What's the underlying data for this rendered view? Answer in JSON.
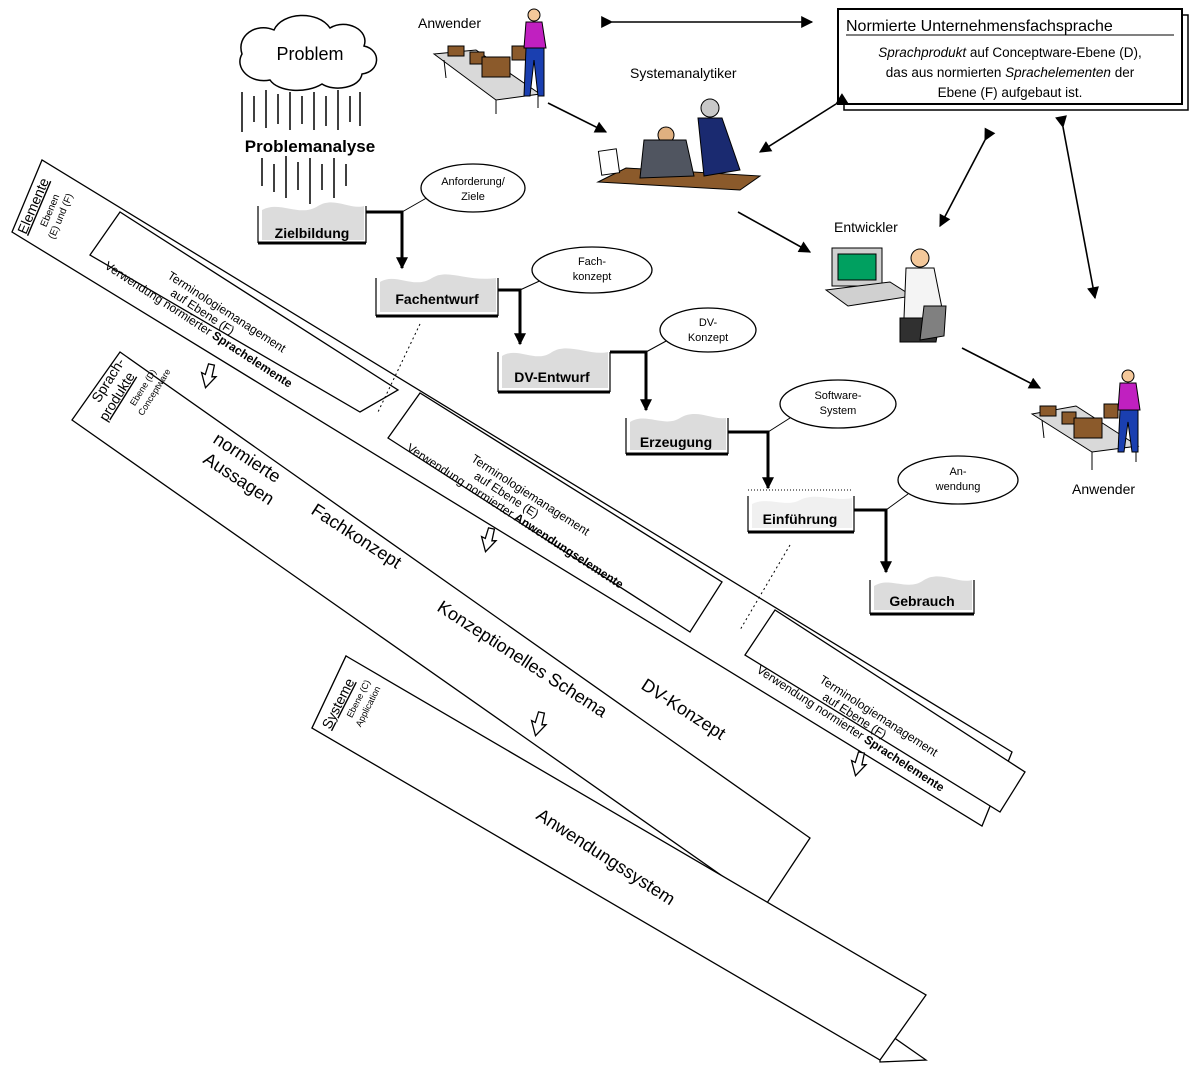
{
  "actors": {
    "user_top": "Anwender",
    "analyst": "Systemanalytiker",
    "developer": "Entwickler",
    "user_right": "Anwender"
  },
  "problem": {
    "cloud_label": "Problem",
    "analysis_label": "Problemanalyse"
  },
  "standard_language": {
    "title": "Normierte Unternehmensfachsprache",
    "line1_italic": "Sprachprodukt",
    "line1_rest": " auf Conceptware-Ebene (D),",
    "line2_start": "das aus normierten ",
    "line2_italic": "Sprachelementen",
    "line2_end": " der",
    "line3": "Ebene (F) aufgebaut ist."
  },
  "phases": {
    "zielbildung": "Zielbildung",
    "fachentwurf": "Fachentwurf",
    "dv_entwurf": "DV-Entwurf",
    "erzeugung": "Erzeugung",
    "einfuehrung": "Einführung",
    "gebrauch": "Gebrauch"
  },
  "outputs": {
    "anforderung_1": "Anforderung/",
    "anforderung_2": "Ziele",
    "fachkonzept_1": "Fach-",
    "fachkonzept_2": "konzept",
    "dvkonzept_1": "DV-",
    "dvkonzept_2": "Konzept",
    "software_1": "Software-",
    "software_2": "System",
    "anwendung_1": "An-",
    "anwendung_2": "wendung"
  },
  "bands": {
    "elemente": {
      "title": "Elemente",
      "sub1": "Ebenen",
      "sub2": "(E) und (F)"
    },
    "sprachprodukte": {
      "title1": "Sprach-",
      "title2": "produkte",
      "sub1": "Ebene (D)",
      "sub2": "Conceptware"
    },
    "systeme": {
      "title": "Systeme",
      "sub1": "Ebene (C)",
      "sub2": "Application"
    }
  },
  "terminology_boxes": {
    "box1": {
      "line1": "Terminologiemanagement",
      "line2": "auf Ebene (F)",
      "line3_prefix": "Verwendung normierter ",
      "line3_bold": "Sprachelemente"
    },
    "box2": {
      "line1": "Terminologiemanagement",
      "line2": "auf Ebene (E)",
      "line3_prefix": "Verwendung normierter ",
      "line3_bold": "Anwendungselemente"
    },
    "box3": {
      "line1": "Terminologiemanagement",
      "line2": "auf Ebene (F)",
      "line3_prefix": "Verwendung normierter ",
      "line3_bold": "Sprachelemente"
    }
  },
  "products": {
    "normierte": "normierte",
    "aussagen": "Aussagen",
    "fachkonzept": "Fachkonzept",
    "konz_schema": "Konzeptionelles Schema",
    "dvkonzept": "DV-Konzept",
    "anwendungssystem": "Anwendungssystem"
  }
}
